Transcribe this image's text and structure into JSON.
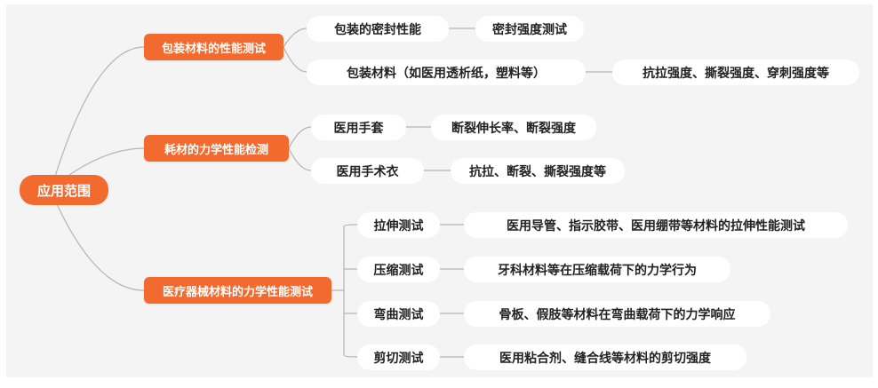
{
  "root": {
    "label": "应用范围"
  },
  "branches": [
    {
      "label": "包装材料的性能测试",
      "children": [
        {
          "label": "包装的密封性能",
          "detail": "密封强度测试"
        },
        {
          "label": "包装材料（如医用透析纸，塑料等）",
          "detail": "抗拉强度、撕裂强度、穿刺强度等"
        }
      ]
    },
    {
      "label": "耗材的力学性能检测",
      "children": [
        {
          "label": "医用手套",
          "detail": "断裂伸长率、断裂强度"
        },
        {
          "label": "医用手术衣",
          "detail": "抗拉、断裂、撕裂强度等"
        }
      ]
    },
    {
      "label": "医疗器械材料的力学性能测试",
      "children": [
        {
          "label": "拉伸测试",
          "detail": "医用导管、指示胶带、医用绷带等材料的拉伸性能测试"
        },
        {
          "label": "压缩测试",
          "detail": "牙科材料等在压缩载荷下的力学行为"
        },
        {
          "label": "弯曲测试",
          "detail": "骨板、假肢等材料在弯曲载荷下的力学响应"
        },
        {
          "label": "剪切测试",
          "detail": "医用粘合剂、缝合线等材料的剪切强度"
        }
      ]
    }
  ],
  "colors": {
    "accent": "#f26a2e",
    "line": "#b4b4b4",
    "canvas": "#f4f4f4"
  }
}
